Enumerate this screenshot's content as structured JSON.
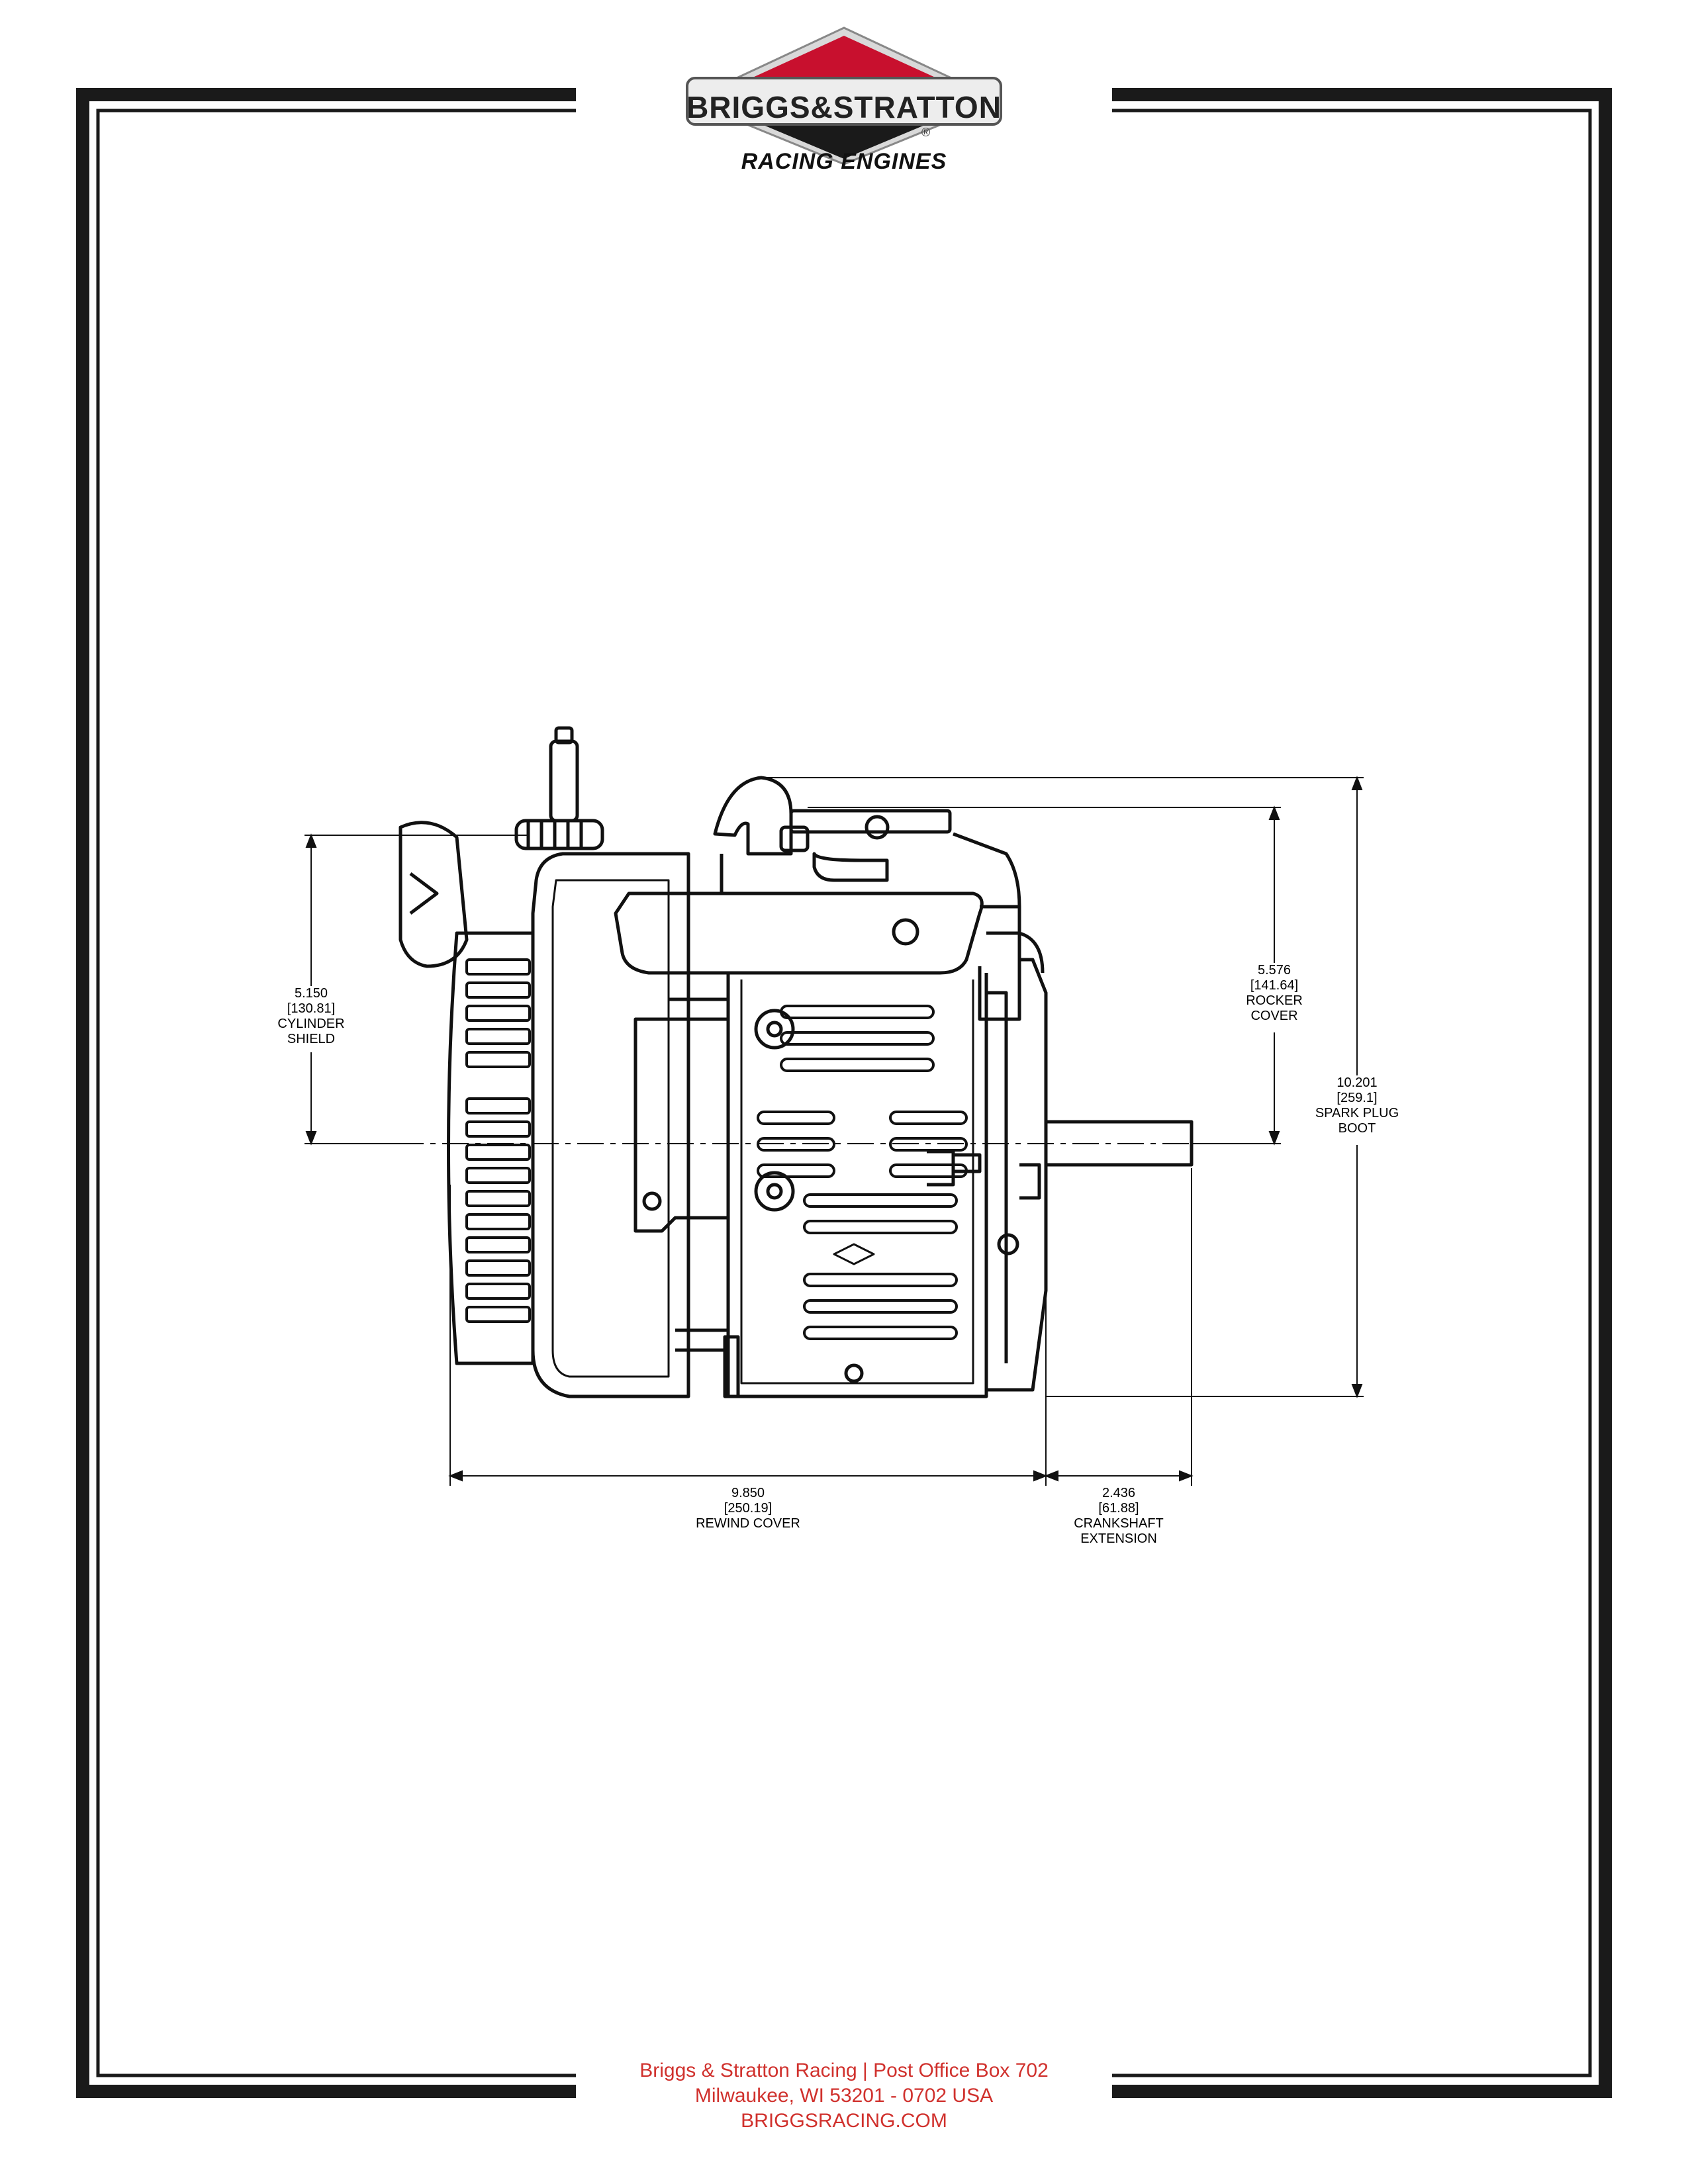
{
  "brand": {
    "wordmark": "BRIGGS&STRATTON",
    "registered": "®",
    "tagline": "RACING ENGINES",
    "colors": {
      "red": "#c8102e",
      "dark": "#1a1a1a",
      "silver": "#cfcfcf"
    }
  },
  "dimensions": {
    "cylinder_shield": {
      "value": "5.150",
      "metric": "[130.81]",
      "label1": "CYLINDER",
      "label2": "SHIELD"
    },
    "rocker_cover": {
      "value": "5.576",
      "metric": "[141.64]",
      "label1": "ROCKER",
      "label2": "COVER"
    },
    "spark_plug_boot": {
      "value": "10.201",
      "metric": "[259.1]",
      "label1": "SPARK PLUG",
      "label2": "BOOT"
    },
    "rewind_cover": {
      "value": "9.850",
      "metric": "[250.19]",
      "label1": "REWIND COVER"
    },
    "crankshaft_extension": {
      "value": "2.436",
      "metric": "[61.88]",
      "label1": "CRANKSHAFT",
      "label2": "EXTENSION"
    }
  },
  "footer": {
    "line1": "Briggs & Stratton Racing | Post Office Box 702",
    "line2": "Milwaukee, WI 53201 - 0702 USA",
    "line3": "BRIGGSRACING.COM",
    "color": "#d0312d"
  }
}
